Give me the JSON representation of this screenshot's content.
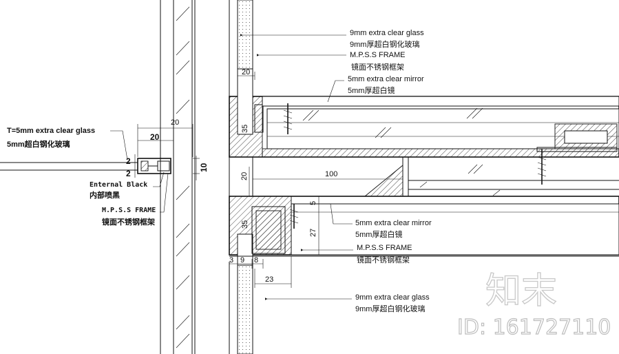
{
  "labels": {
    "left_glass_en": "T=5mm extra clear glass",
    "left_glass_cn": "5mm超白钢化玻璃",
    "external_black_en": "Enternal Black",
    "external_black_cn": "内部喷黑",
    "left_frame_en": "M.P.S.S FRAME",
    "left_frame_cn": "镜面不锈钢框架",
    "top_glass_en": "9mm extra clear glass",
    "top_glass_cn": "9mm厚超白钢化玻璃",
    "top_frame_en": "M.P.S.S FRAME",
    "top_frame_cn": "镜面不锈钢框架",
    "top_mirror_en": "5mm extra clear mirror",
    "top_mirror_cn": "5mm厚超白镜",
    "mid_mirror_en": "5mm extra clear mirror",
    "mid_mirror_cn": "5mm厚超白镜",
    "mid_frame_en": "M.P.S.S FRAME",
    "mid_frame_cn": "镜面不锈钢框架",
    "bottom_glass_en": "9mm extra clear glass",
    "bottom_glass_cn": "9mm厚超白钢化玻璃"
  },
  "dimensions": {
    "d20_a": "20",
    "d20_b": "20",
    "d2_a": "2",
    "d2_b": "2",
    "d10": "10",
    "d20_top": "20",
    "d35_top": "35",
    "d20_mid": "20",
    "d100": "100",
    "d5": "5",
    "d35_bot": "35",
    "d27": "27",
    "d3": "3",
    "d9": "9",
    "d8": "8",
    "d23": "23"
  },
  "watermark": {
    "brand": "知末",
    "id": "ID: 161727110"
  }
}
